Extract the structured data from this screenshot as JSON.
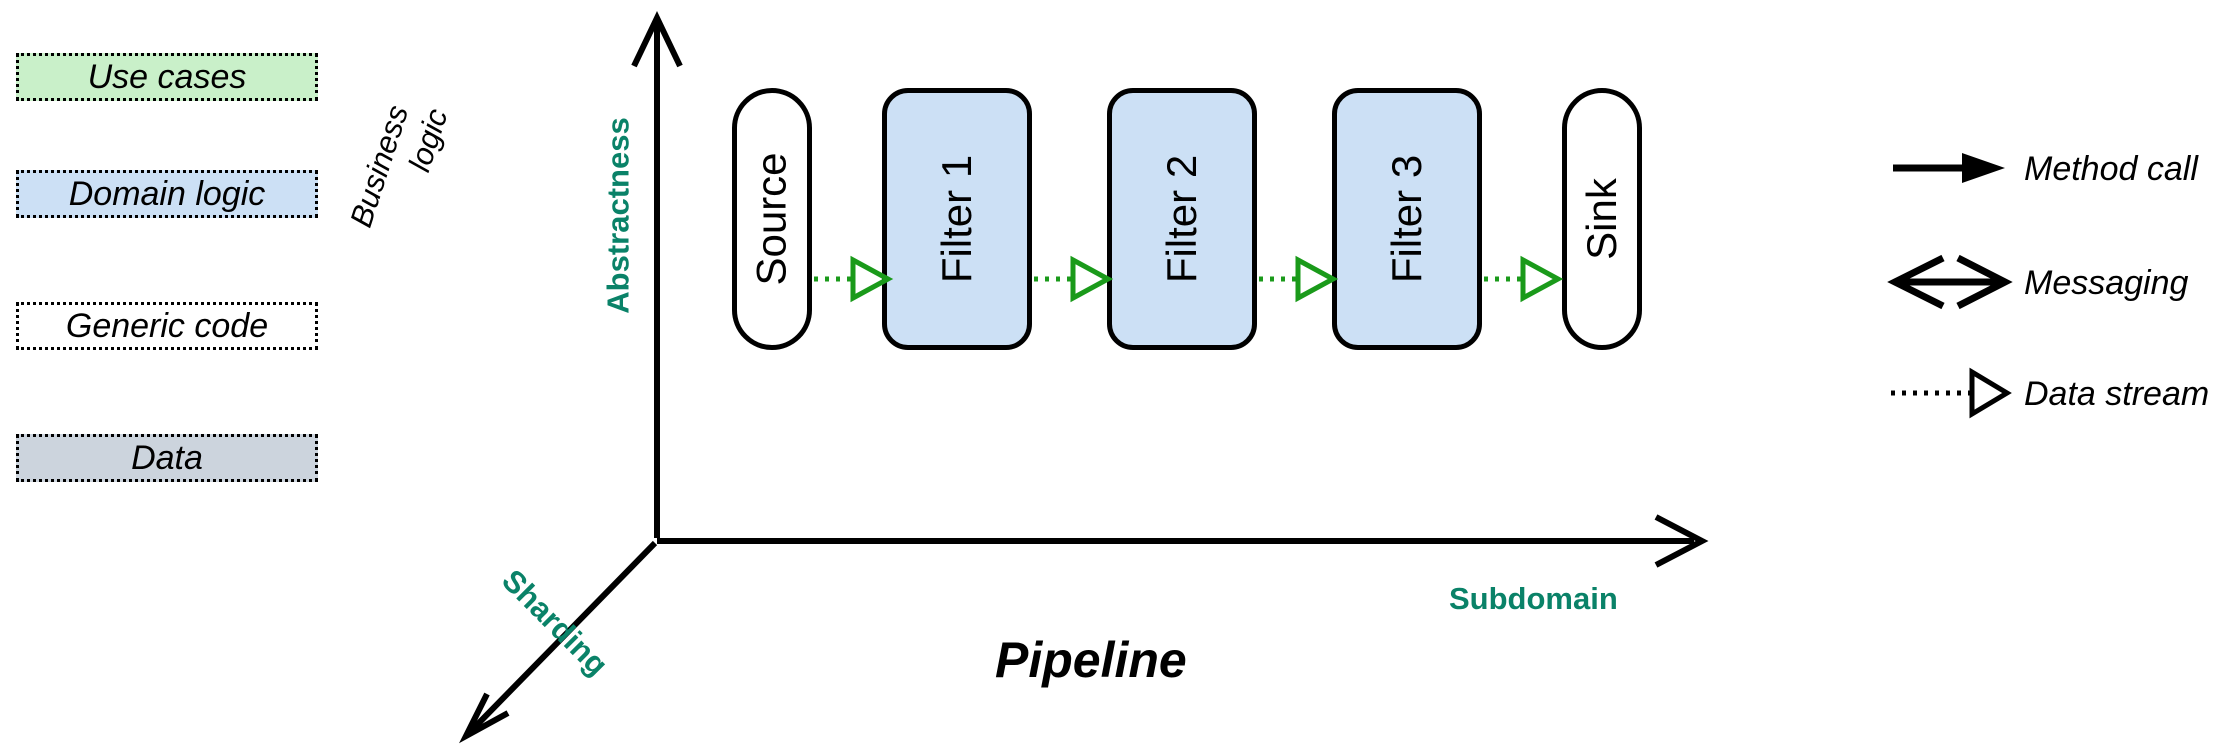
{
  "diagram": {
    "title": "Pipeline",
    "colors": {
      "accent_teal": "#0a8268",
      "data_flow_green": "#1a9a1a",
      "use_cases_fill": "#c9f0c9",
      "domain_logic_fill": "#cce0f5",
      "generic_code_fill": "#ffffff",
      "data_fill": "#ccd4dd",
      "stroke_black": "#000000"
    }
  },
  "categories": {
    "items": [
      {
        "label": "Use cases",
        "fill": "#c9f0c9"
      },
      {
        "label": "Domain logic",
        "fill": "#cce0f5"
      },
      {
        "label": "Generic code",
        "fill": "#ffffff"
      },
      {
        "label": "Data",
        "fill": "#ccd4dd"
      }
    ]
  },
  "axes": {
    "business_logic": {
      "line1": "Business",
      "line2": "logic"
    },
    "y_label": "Abstractness",
    "x_label": "Subdomain",
    "z_label": "Sharding"
  },
  "pipeline": {
    "nodes": [
      {
        "label": "Source",
        "type": "generic-code",
        "fill": "#ffffff"
      },
      {
        "label": "Filter 1",
        "type": "domain-logic",
        "fill": "#cce0f5"
      },
      {
        "label": "Filter 2",
        "type": "domain-logic",
        "fill": "#cce0f5"
      },
      {
        "label": "Filter 3",
        "type": "domain-logic",
        "fill": "#cce0f5"
      },
      {
        "label": "Sink",
        "type": "generic-code",
        "fill": "#ffffff"
      }
    ],
    "connections": [
      {
        "from": "Source",
        "to": "Filter 1",
        "kind": "data-stream"
      },
      {
        "from": "Filter 1",
        "to": "Filter 2",
        "kind": "data-stream"
      },
      {
        "from": "Filter 2",
        "to": "Filter 3",
        "kind": "data-stream"
      },
      {
        "from": "Filter 3",
        "to": "Sink",
        "kind": "data-stream"
      }
    ]
  },
  "legend": {
    "items": [
      {
        "label": "Method call",
        "symbol": "solid-arrow-filled-head"
      },
      {
        "label": "Messaging",
        "symbol": "double-headed-open-arrow"
      },
      {
        "label": "Data stream",
        "symbol": "dotted-arrow-hollow-triangle"
      }
    ]
  }
}
